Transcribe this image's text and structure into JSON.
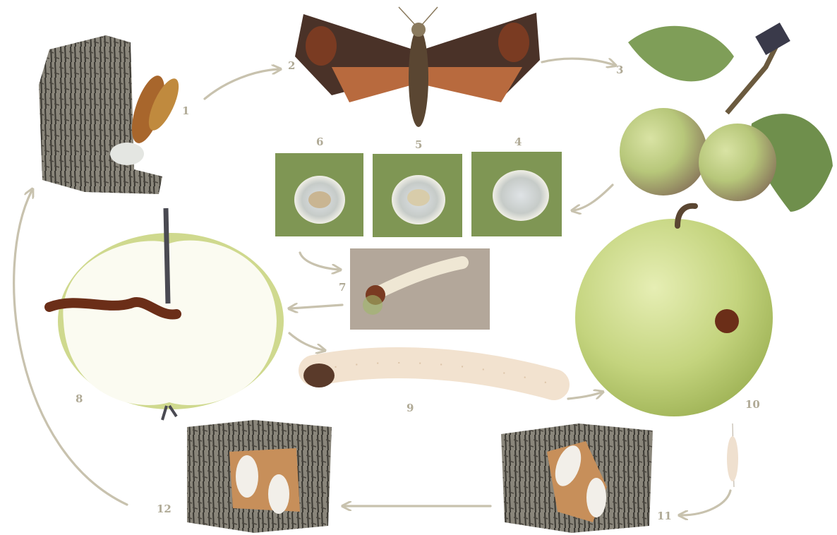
{
  "stage_labels": {
    "s1": "1",
    "s2": "2",
    "s3": "3",
    "s4": "4",
    "s5": "5",
    "s6": "6",
    "s7": "7",
    "s8": "8",
    "s9": "9",
    "s10": "10",
    "s11": "11",
    "s12": "12"
  },
  "colors": {
    "label": "#b0aa96",
    "arrow": "#c8c2ae",
    "bark": "#7c786e",
    "moth_wing": "#4a3228",
    "moth_hindwing": "#b86a3e",
    "leaf_swatch": "#7f9654",
    "apple_green": "#c9d98a",
    "larva": "#f2e2cf"
  },
  "icons": [
    "pupa-on-bark-icon",
    "moth-icon",
    "apple-branch-icon",
    "egg-icon",
    "young-larva-icon",
    "apple-cross-section-icon",
    "larva-icon",
    "damaged-apple-icon",
    "cocoon-bark-icon"
  ]
}
